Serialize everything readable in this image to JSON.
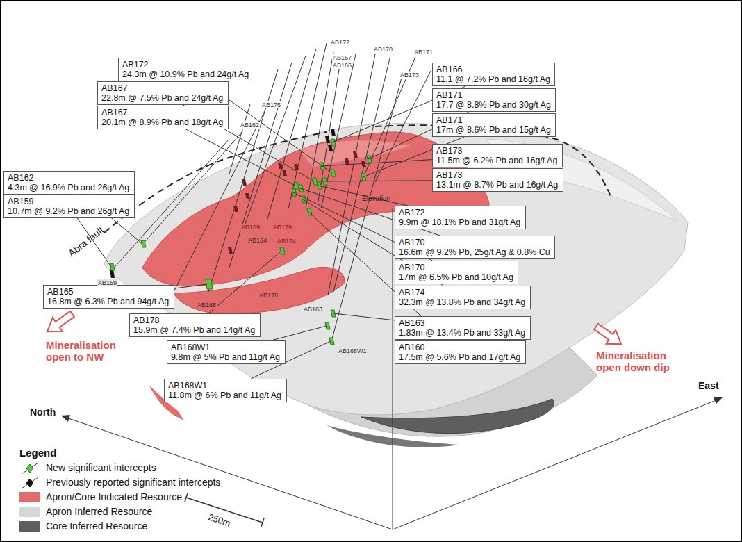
{
  "diagram": {
    "nodes": [
      {
        "text": [
          "AB172",
          "24.3m @ 10.9% Pb and 24g/t Ag"
        ]
      },
      {
        "text": [
          "AB167",
          "22.8m @ 7.5% Pb and 24g/t Ag"
        ]
      },
      {
        "text": [
          "AB167",
          "20.1m @ 8.9% Pb and 18g/t Ag"
        ]
      },
      {
        "text": [
          "AB166",
          "11.1 @ 7.2% Pb and 16g/t Ag"
        ]
      },
      {
        "text": [
          "AB171",
          "17.7 @ 8.8% Pb and 30g/t Ag"
        ]
      },
      {
        "text": [
          "AB171",
          "17m @ 8.6% Pb and 15g/t Ag"
        ]
      },
      {
        "text": [
          "AB173",
          "11.5m @ 6.2% Pb and 16g/t Ag"
        ]
      },
      {
        "text": [
          "AB173",
          "13.1m @ 8.7% Pb and 16g/t Ag"
        ]
      },
      {
        "text": [
          "AB162",
          "4.3m @ 16.9% Pb and 26g/t Ag"
        ]
      },
      {
        "text": [
          "AB159",
          "10.7m @ 9.2% Pb and 26g/t Ag"
        ]
      },
      {
        "text": [
          "AB172",
          "9.9m @ 18.1% Pb and 31g/t Ag"
        ]
      },
      {
        "text": [
          "AB170",
          "16.6m @ 9.2% Pb, 25g/t Ag & 0.8% Cu"
        ]
      },
      {
        "text": [
          "AB170",
          "17m @ 6.5% Pb and 10g/t Ag"
        ]
      },
      {
        "text": [
          "AB165",
          "16.8m @ 6.3% Pb and 94g/t Ag"
        ]
      },
      {
        "text": [
          "AB174",
          "32.3m @ 13.8% Pb and 34g/t Ag"
        ]
      },
      {
        "text": [
          "AB178",
          "15.9m @ 7.4% Pb and 14g/t Ag"
        ]
      },
      {
        "text": [
          "AB163",
          "1.83m @ 13.4% Pb and 33g/t Ag"
        ]
      },
      {
        "text": [
          "AB168W1",
          "9.8m @ 5% Pb and 11g/t Ag"
        ]
      },
      {
        "text": [
          "AB160",
          "17.5m @ 5.6% Pb and 17g/t Ag"
        ]
      },
      {
        "text": [
          "AB168W1",
          "11.8m @ 6% Pb and 11g/t Ag"
        ]
      }
    ],
    "labels": [
      "AB172",
      "AB167",
      "AB166",
      "AB170",
      "AB171",
      "AB173",
      "AB175",
      "AB162",
      "Elevation",
      "Abra fault",
      "AB169",
      "AB179",
      "AB164",
      "AB174",
      "AB159",
      "AB178",
      "AB165",
      "AB163",
      "AB168W1",
      "Mineralisation open to NW",
      "Mineralisation open down dip",
      "North",
      "East",
      "250m",
      "Legend"
    ],
    "legend": [
      {
        "text": "New significant intercepts"
      },
      {
        "text": "Previously reported significant intercepts"
      },
      {
        "text": "Apron/Core Indicated Resource",
        "color": "#e36b6b"
      },
      {
        "text": "Apron Inferred Resource",
        "color": "#d6d6d6"
      },
      {
        "text": "Core Inferred Resource",
        "color": "#5e5e5e"
      }
    ]
  }
}
